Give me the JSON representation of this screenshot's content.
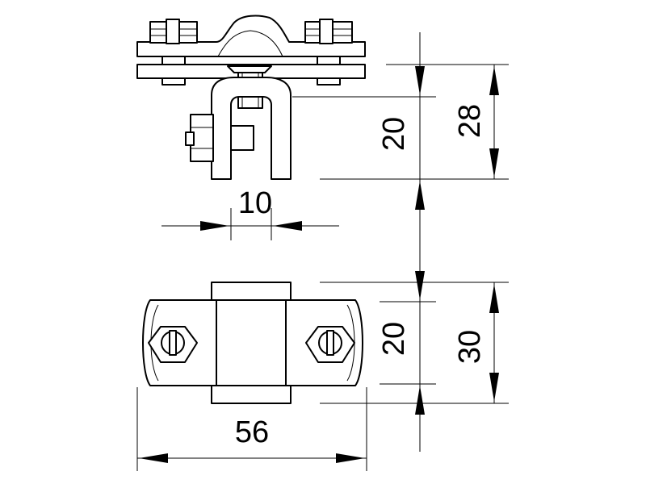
{
  "dimensions": {
    "front_slot_width": "10",
    "front_height_inner": "20",
    "front_height_outer": "28",
    "top_body_width": "20",
    "top_overall_width": "30",
    "top_overall_length": "56"
  }
}
